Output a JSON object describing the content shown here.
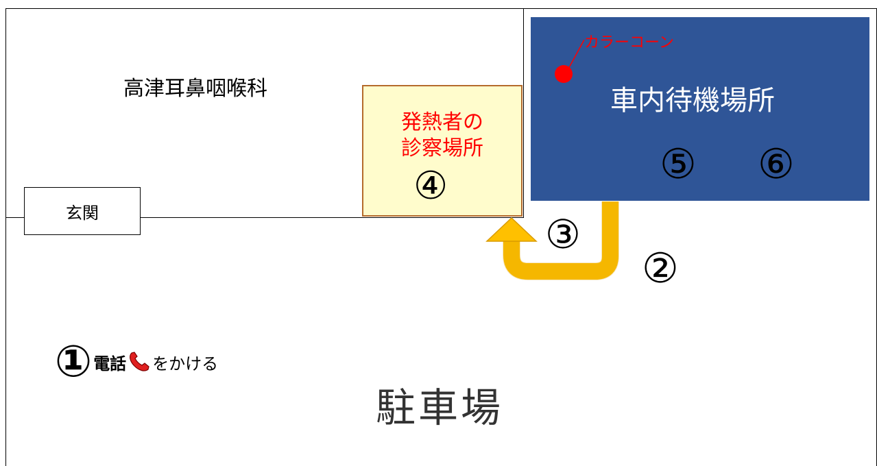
{
  "clinic": {
    "name": "高津耳鼻咽喉科",
    "entrance": "玄関"
  },
  "exam_area": {
    "line1": "発熱者の",
    "line2": "診察場所",
    "step": "④"
  },
  "waiting_area": {
    "label": "車内待機場所",
    "cone_label": "カラーコーン",
    "step5": "⑤",
    "step6": "⑥"
  },
  "steps": {
    "step1": "①",
    "step2": "②",
    "step3": "③"
  },
  "instruction": {
    "text1": "電話",
    "text2": "をかける"
  },
  "parking": {
    "label": "駐車場"
  },
  "colors": {
    "waiting_bg": "#2f5597",
    "exam_bg": "#fffccc",
    "exam_border": "#b46a2b",
    "arrow": "#ffc000",
    "accent_red": "#ff0000"
  }
}
